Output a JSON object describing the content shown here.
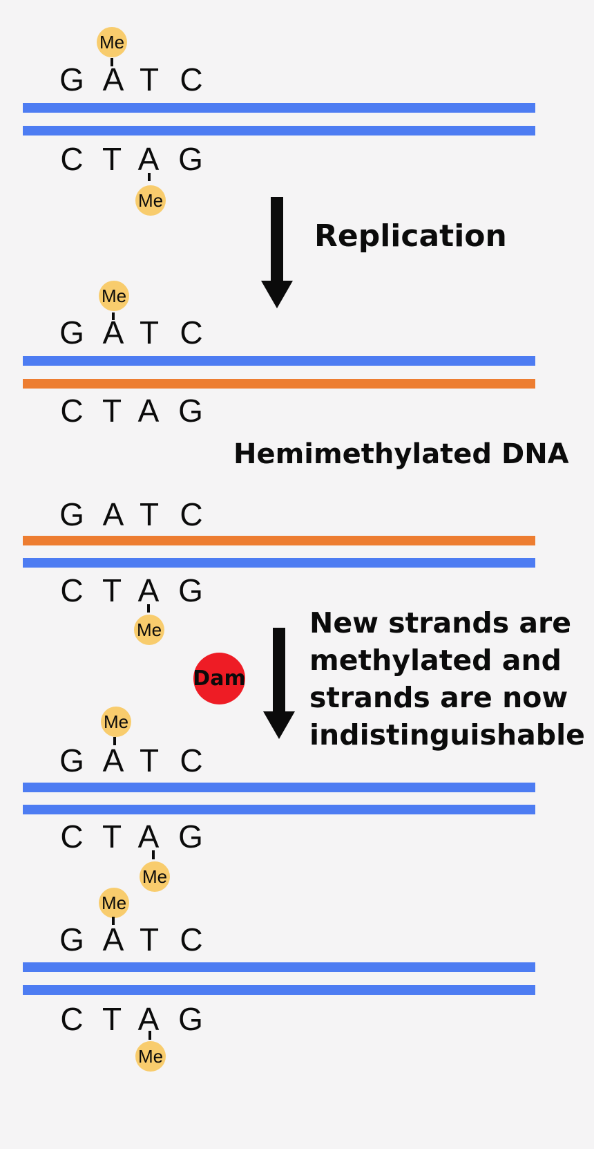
{
  "colors": {
    "background": "#f5f4f5",
    "strand_blue": "#4d7cf2",
    "strand_orange": "#ed7d31",
    "methyl_yellow": "#f8cc6d",
    "dam_red": "#ee1c25",
    "ink": "#0b0b0b"
  },
  "labels": {
    "methyl": "Me",
    "dam": "Dam",
    "replication": "Replication",
    "hemimethylated": "Hemimethylated DNA",
    "note_line1": "New strands are",
    "note_line2": "methylated and",
    "note_line3": "strands are now",
    "note_line4": "indistinguishable"
  },
  "duplexes": [
    {
      "name": "parental-fully-methylated",
      "top_seq": [
        "G",
        "A",
        "T",
        "C"
      ],
      "bottom_seq": [
        "C",
        "T",
        "A",
        "G"
      ],
      "top_methylated": true,
      "bottom_methylated": true,
      "top_strand_color": "blue",
      "bottom_strand_color": "blue"
    },
    {
      "name": "hemimethylated-daughter-1",
      "top_seq": [
        "G",
        "A",
        "T",
        "C"
      ],
      "bottom_seq": [
        "C",
        "T",
        "A",
        "G"
      ],
      "top_methylated": true,
      "bottom_methylated": false,
      "top_strand_color": "blue",
      "bottom_strand_color": "orange"
    },
    {
      "name": "hemimethylated-daughter-2",
      "top_seq": [
        "G",
        "A",
        "T",
        "C"
      ],
      "bottom_seq": [
        "C",
        "T",
        "A",
        "G"
      ],
      "top_methylated": false,
      "bottom_methylated": true,
      "top_strand_color": "orange",
      "bottom_strand_color": "blue"
    },
    {
      "name": "remethylated-duplex-1",
      "top_seq": [
        "G",
        "A",
        "T",
        "C"
      ],
      "bottom_seq": [
        "C",
        "T",
        "A",
        "G"
      ],
      "top_methylated": true,
      "bottom_methylated": true,
      "top_strand_color": "blue",
      "bottom_strand_color": "blue"
    },
    {
      "name": "remethylated-duplex-2",
      "top_seq": [
        "G",
        "A",
        "T",
        "C"
      ],
      "bottom_seq": [
        "C",
        "T",
        "A",
        "G"
      ],
      "top_methylated": true,
      "bottom_methylated": true,
      "top_strand_color": "blue",
      "bottom_strand_color": "blue"
    }
  ]
}
